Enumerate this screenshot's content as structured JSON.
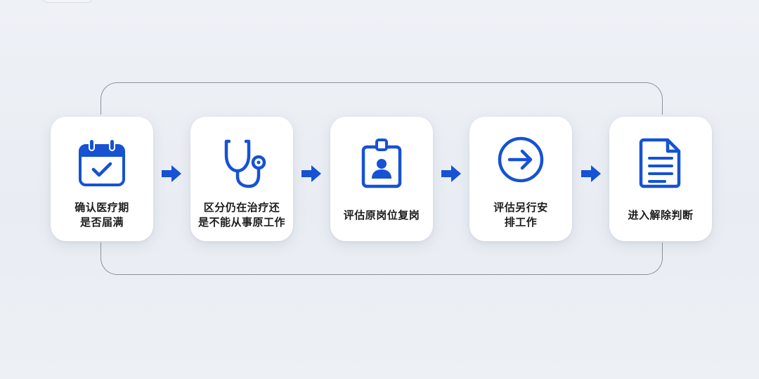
{
  "accent_color": "#1552d4",
  "steps": [
    {
      "icon": "calendar-check-icon",
      "lines": [
        "确认医疗期",
        "是否届满"
      ]
    },
    {
      "icon": "stethoscope-icon",
      "lines": [
        "区分仍在治疗还",
        "是不能从事原工作"
      ]
    },
    {
      "icon": "id-badge-icon",
      "lines": [
        "评估原岗位复岗"
      ]
    },
    {
      "icon": "arrow-circle-right-icon",
      "lines": [
        "评估另行安",
        "排工作"
      ]
    },
    {
      "icon": "document-icon",
      "lines": [
        "进入解除判断"
      ]
    }
  ],
  "connectors": [
    "right-arrow-icon",
    "right-arrow-icon",
    "right-arrow-icon",
    "right-arrow-icon"
  ]
}
